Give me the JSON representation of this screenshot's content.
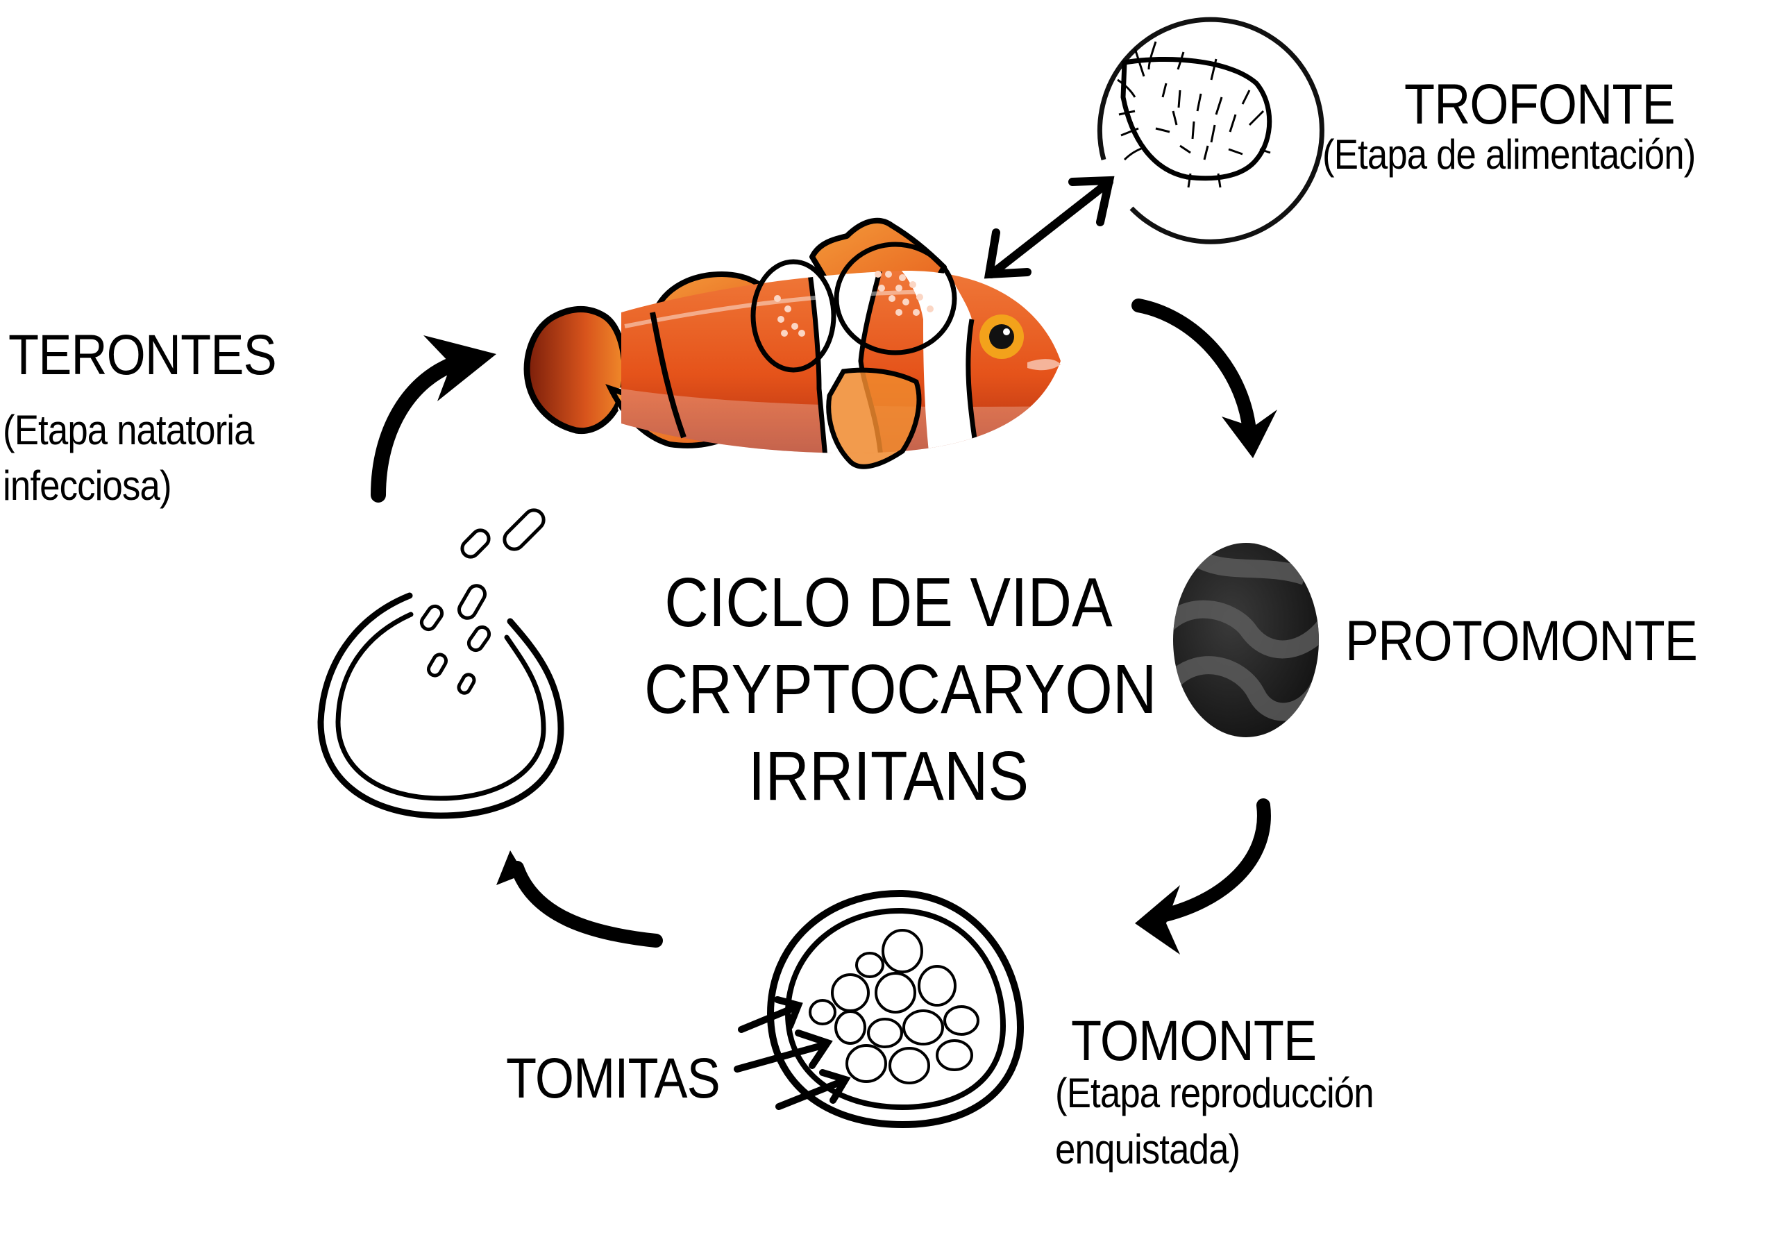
{
  "diagram": {
    "title_lines": [
      "CICLO DE VIDA",
      "CRYPTOCARYON",
      "IRRITANS"
    ],
    "colors": {
      "ink": "#000000",
      "fish_orange": "#e8561c",
      "fish_dark": "#b8300f",
      "fin_orange": "#f0822a",
      "stripe_white": "#ffffff",
      "eye_ring": "#f3a21b",
      "protomonte_dark": "#1c1c1c",
      "protomonte_stripe": "#555555"
    },
    "stages": [
      {
        "id": "trofonte",
        "name": "TROFONTE",
        "description": [
          "(Etapa de alimentación)"
        ],
        "icon": "hairy-cell-in-circle-icon"
      },
      {
        "id": "protomonte",
        "name": "PROTOMONTE",
        "description": [],
        "icon": "dark-oval-cyst-icon"
      },
      {
        "id": "tomonte",
        "name": "TOMONTE",
        "description": [
          "(Etapa reproducción",
          "enquistada)"
        ],
        "icon": "cyst-with-cells-icon"
      },
      {
        "id": "tomitas",
        "name": "TOMITAS",
        "description": [],
        "icon": "triple-arrow-icon"
      },
      {
        "id": "terontes",
        "name": "TERONTES",
        "description": [
          "(Etapa natatoria",
          "infecciosa)"
        ],
        "icon": "open-cyst-with-swimmers-icon"
      }
    ],
    "host": {
      "icon": "clownfish-icon"
    },
    "flow": [
      "clownfish",
      "protomonte",
      "tomonte",
      "terontes",
      "clownfish"
    ],
    "bidirectional": [
      "clownfish",
      "trofonte"
    ]
  }
}
